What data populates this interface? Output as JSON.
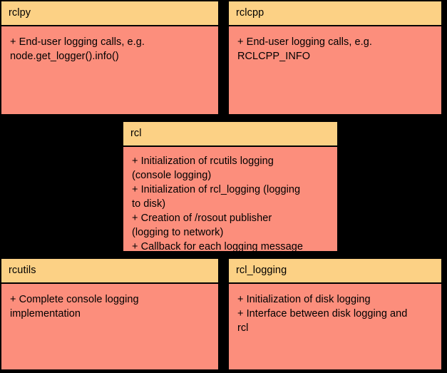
{
  "diagram": {
    "title": "ROS 2 logging package responsibilities",
    "type": "uml-package-diagram",
    "background_color": "#000000",
    "header_color": "#FCD185",
    "body_color": "#FC8E7C",
    "border_color": "#000000",
    "text_color": "#000000"
  },
  "boxes": [
    {
      "id": "rclpy",
      "name": "rclpy",
      "items": [
        "+ End-user logging calls, e.g.",
        "node.get_logger().info()"
      ]
    },
    {
      "id": "rclcpp",
      "name": "rclcpp",
      "items": [
        "+ End-user logging calls, e.g.",
        "RCLCPP_INFO"
      ]
    },
    {
      "id": "rcl",
      "name": "rcl",
      "items": [
        "+ Initialization of rcutils logging",
        "(console logging)",
        "+ Initialization of rcl_logging (logging",
        "to disk)",
        "+ Creation of /rosout publisher",
        "(logging to network)",
        "+ Callback for each logging message"
      ]
    },
    {
      "id": "rcutils",
      "name": "rcutils",
      "items": [
        "+ Complete console logging",
        "implementation"
      ]
    },
    {
      "id": "rcl_logging",
      "name": "rcl_logging",
      "items": [
        "+ Initialization of disk logging",
        "+ Interface between disk logging and",
        "rcl"
      ]
    }
  ]
}
